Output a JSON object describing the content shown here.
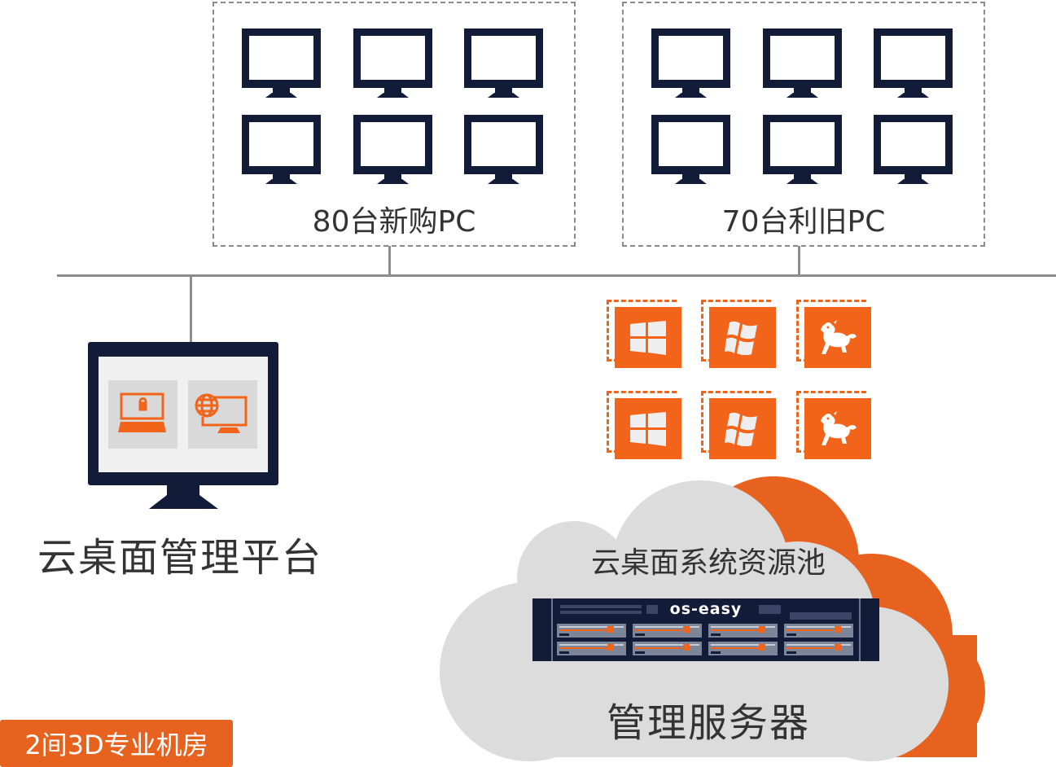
{
  "groups": [
    {
      "label": "80台新购PC",
      "monitor_count": 6
    },
    {
      "label": "70台利旧PC",
      "monitor_count": 6
    }
  ],
  "management_platform": {
    "label": "云桌面管理平台",
    "icons": [
      "laptop-lock-icon",
      "globe-monitor-icon"
    ]
  },
  "resource_pool": {
    "label": "云桌面系统资源池",
    "os_icons": [
      "windows-8-icon",
      "windows-7-icon",
      "kylin-icon",
      "windows-8-icon",
      "windows-7-icon",
      "kylin-icon"
    ],
    "server_brand": "os-easy",
    "server_label": "管理服务器"
  },
  "badge": {
    "label": "2间3D专业机房"
  },
  "colors": {
    "accent": "#f26419",
    "navy": "#121c38",
    "cloud": "#dcdcdc",
    "cloud_shadow": "#e8621f",
    "line": "#8c8c8c"
  }
}
